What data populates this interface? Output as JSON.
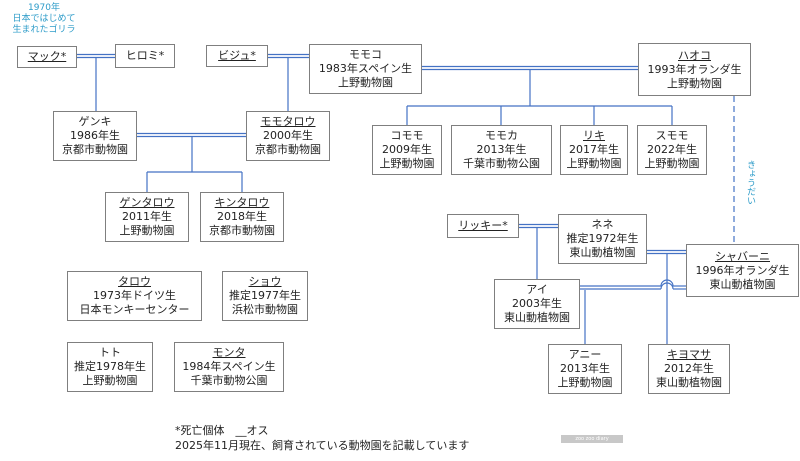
{
  "header_note": [
    "1970年",
    "日本ではじめて",
    "生まれたゴリラ"
  ],
  "side_note": "きょうだい",
  "legend": {
    "line1": "*死亡個体　__オス",
    "line2": "2025年11月現在、飼育されている動物園を記載しています"
  },
  "credit": "zoo zoo diary",
  "colors": {
    "line": "#4472c4",
    "box_border": "#7f7f7f",
    "note": "#2e9cc9"
  },
  "gorillas": [
    {
      "id": "mack",
      "name": "マック*",
      "male": true,
      "info": []
    },
    {
      "id": "hiromi",
      "name": "ヒロミ*",
      "male": false,
      "info": []
    },
    {
      "id": "bijou",
      "name": "ビジュ*",
      "male": true,
      "info": []
    },
    {
      "id": "momoko",
      "name": "モモコ",
      "male": false,
      "info": [
        "1983年スペイン生",
        "上野動物園"
      ]
    },
    {
      "id": "haoko",
      "name": "ハオコ",
      "male": true,
      "info": [
        "1993年オランダ生",
        "上野動物園"
      ]
    },
    {
      "id": "genki",
      "name": "ゲンキ",
      "male": false,
      "info": [
        "1986年生",
        "京都市動物園"
      ]
    },
    {
      "id": "momotaro",
      "name": "モモタロウ",
      "male": true,
      "info": [
        "2000年生",
        "京都市動物園"
      ]
    },
    {
      "id": "komomo",
      "name": "コモモ",
      "male": false,
      "info": [
        "2009年生",
        "上野動物園"
      ]
    },
    {
      "id": "momoka",
      "name": "モモカ",
      "male": false,
      "info": [
        "2013年生",
        "千葉市動物公園"
      ]
    },
    {
      "id": "riki",
      "name": "リキ",
      "male": true,
      "info": [
        "2017年生",
        "上野動物園"
      ]
    },
    {
      "id": "sumomo",
      "name": "スモモ",
      "male": false,
      "info": [
        "2022年生",
        "上野動物園"
      ]
    },
    {
      "id": "gentaro",
      "name": "ゲンタロウ",
      "male": true,
      "info": [
        "2011年生",
        "上野動物園"
      ]
    },
    {
      "id": "kintaro",
      "name": "キンタロウ",
      "male": true,
      "info": [
        "2018年生",
        "京都市動物園"
      ]
    },
    {
      "id": "ricky",
      "name": "リッキー*",
      "male": true,
      "info": []
    },
    {
      "id": "nene",
      "name": "ネネ",
      "male": false,
      "info": [
        "推定1972年生",
        "東山動植物園"
      ]
    },
    {
      "id": "shabani",
      "name": "シャバーニ",
      "male": true,
      "info": [
        "1996年オランダ生",
        "東山動植物園"
      ]
    },
    {
      "id": "ai",
      "name": "アイ",
      "male": false,
      "info": [
        "2003年生",
        "東山動植物園"
      ]
    },
    {
      "id": "annie",
      "name": "アニー",
      "male": false,
      "info": [
        "2013年生",
        "上野動物園"
      ]
    },
    {
      "id": "kiyomasa",
      "name": "キヨマサ",
      "male": true,
      "info": [
        "2012年生",
        "東山動植物園"
      ]
    },
    {
      "id": "taro",
      "name": "タロウ",
      "male": true,
      "info": [
        "1973年ドイツ生",
        "日本モンキーセンター"
      ]
    },
    {
      "id": "sho",
      "name": "ショウ",
      "male": true,
      "info": [
        "推定1977年生",
        "浜松市動物園"
      ]
    },
    {
      "id": "toto",
      "name": "トト",
      "male": false,
      "info": [
        "推定1978年生",
        "上野動物園"
      ]
    },
    {
      "id": "monta",
      "name": "モンタ",
      "male": true,
      "info": [
        "1984年スペイン生",
        "千葉市動物公園"
      ]
    }
  ]
}
